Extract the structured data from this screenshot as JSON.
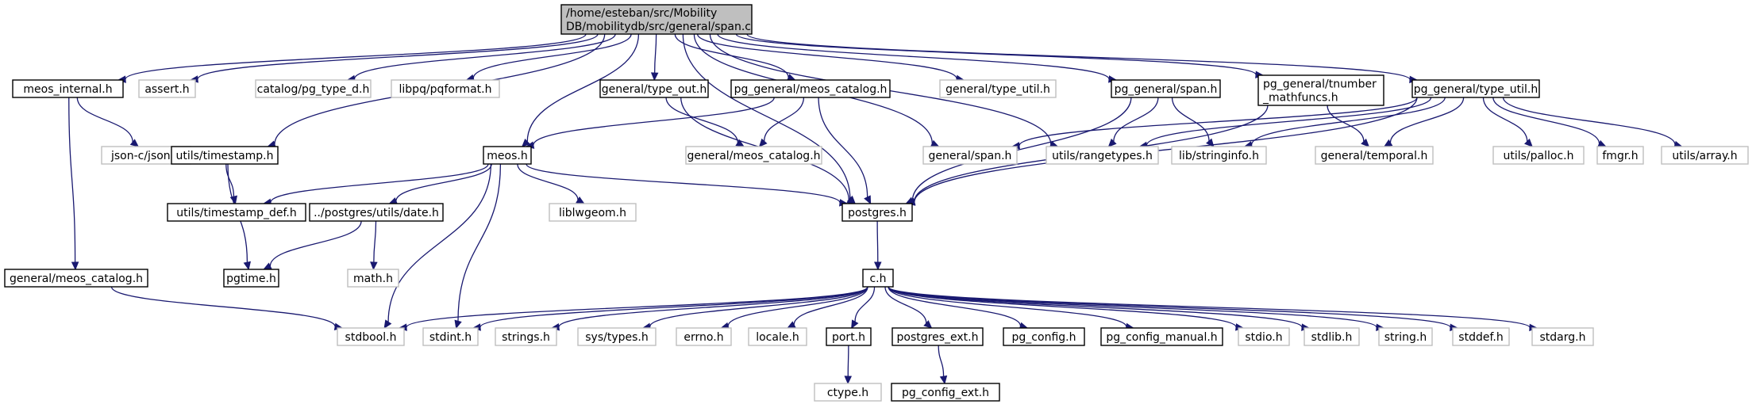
{
  "diagram": {
    "edge_color": "#191970",
    "documented_border": "#000000",
    "undocumented_border": "#bfbfbf",
    "root_fill": "#bfbfbf",
    "nodes": [
      {
        "id": "root",
        "lines": [
          "/home/esteban/src/Mobility",
          "DB/mobilitydb/src/general/span.c"
        ],
        "kind": "root"
      },
      {
        "id": "meos_internal",
        "lines": [
          "meos_internal.h"
        ],
        "kind": "documented"
      },
      {
        "id": "assert",
        "lines": [
          "assert.h"
        ],
        "kind": "undocumented"
      },
      {
        "id": "pg_type_d",
        "lines": [
          "catalog/pg_type_d.h"
        ],
        "kind": "undocumented"
      },
      {
        "id": "pqformat",
        "lines": [
          "libpq/pqformat.h"
        ],
        "kind": "undocumented"
      },
      {
        "id": "type_out",
        "lines": [
          "general/type_out.h"
        ],
        "kind": "documented"
      },
      {
        "id": "pg_meos_catalog",
        "lines": [
          "pg_general/meos_catalog.h"
        ],
        "kind": "documented"
      },
      {
        "id": "gen_type_util",
        "lines": [
          "general/type_util.h"
        ],
        "kind": "undocumented"
      },
      {
        "id": "pg_span",
        "lines": [
          "pg_general/span.h"
        ],
        "kind": "documented"
      },
      {
        "id": "tnumber",
        "lines": [
          "pg_general/tnumber",
          "_mathfuncs.h"
        ],
        "kind": "documented"
      },
      {
        "id": "pg_type_util",
        "lines": [
          "pg_general/type_util.h"
        ],
        "kind": "documented"
      },
      {
        "id": "json",
        "lines": [
          "json-c/json.h"
        ],
        "kind": "undocumented"
      },
      {
        "id": "timestamp",
        "lines": [
          "utils/timestamp.h"
        ],
        "kind": "documented"
      },
      {
        "id": "meos",
        "lines": [
          "meos.h"
        ],
        "kind": "documented"
      },
      {
        "id": "gen_meos_catalog_mid",
        "lines": [
          "general/meos_catalog.h"
        ],
        "kind": "undocumented"
      },
      {
        "id": "gen_span",
        "lines": [
          "general/span.h"
        ],
        "kind": "undocumented"
      },
      {
        "id": "rangetypes",
        "lines": [
          "utils/rangetypes.h"
        ],
        "kind": "undocumented"
      },
      {
        "id": "stringinfo",
        "lines": [
          "lib/stringinfo.h"
        ],
        "kind": "undocumented"
      },
      {
        "id": "temporal",
        "lines": [
          "general/temporal.h"
        ],
        "kind": "undocumented"
      },
      {
        "id": "palloc",
        "lines": [
          "utils/palloc.h"
        ],
        "kind": "undocumented"
      },
      {
        "id": "fmgr",
        "lines": [
          "fmgr.h"
        ],
        "kind": "undocumented"
      },
      {
        "id": "array",
        "lines": [
          "utils/array.h"
        ],
        "kind": "undocumented"
      },
      {
        "id": "timestamp_def",
        "lines": [
          "utils/timestamp_def.h"
        ],
        "kind": "documented"
      },
      {
        "id": "date",
        "lines": [
          "../postgres/utils/date.h"
        ],
        "kind": "documented"
      },
      {
        "id": "liblwgeom",
        "lines": [
          "liblwgeom.h"
        ],
        "kind": "undocumented"
      },
      {
        "id": "postgres",
        "lines": [
          "postgres.h"
        ],
        "kind": "documented"
      },
      {
        "id": "gen_meos_catalog_left",
        "lines": [
          "general/meos_catalog.h"
        ],
        "kind": "documented"
      },
      {
        "id": "pgtime",
        "lines": [
          "pgtime.h"
        ],
        "kind": "documented"
      },
      {
        "id": "math",
        "lines": [
          "math.h"
        ],
        "kind": "undocumented"
      },
      {
        "id": "c",
        "lines": [
          "c.h"
        ],
        "kind": "documented"
      },
      {
        "id": "stdbool",
        "lines": [
          "stdbool.h"
        ],
        "kind": "undocumented"
      },
      {
        "id": "stdint",
        "lines": [
          "stdint.h"
        ],
        "kind": "undocumented"
      },
      {
        "id": "strings",
        "lines": [
          "strings.h"
        ],
        "kind": "undocumented"
      },
      {
        "id": "systypes",
        "lines": [
          "sys/types.h"
        ],
        "kind": "undocumented"
      },
      {
        "id": "errno",
        "lines": [
          "errno.h"
        ],
        "kind": "undocumented"
      },
      {
        "id": "locale",
        "lines": [
          "locale.h"
        ],
        "kind": "undocumented"
      },
      {
        "id": "port",
        "lines": [
          "port.h"
        ],
        "kind": "documented"
      },
      {
        "id": "postgres_ext",
        "lines": [
          "postgres_ext.h"
        ],
        "kind": "documented"
      },
      {
        "id": "pg_config",
        "lines": [
          "pg_config.h"
        ],
        "kind": "documented"
      },
      {
        "id": "pg_config_manual",
        "lines": [
          "pg_config_manual.h"
        ],
        "kind": "documented"
      },
      {
        "id": "stdio",
        "lines": [
          "stdio.h"
        ],
        "kind": "undocumented"
      },
      {
        "id": "stdlib",
        "lines": [
          "stdlib.h"
        ],
        "kind": "undocumented"
      },
      {
        "id": "string",
        "lines": [
          "string.h"
        ],
        "kind": "undocumented"
      },
      {
        "id": "stddef",
        "lines": [
          "stddef.h"
        ],
        "kind": "undocumented"
      },
      {
        "id": "stdarg",
        "lines": [
          "stdarg.h"
        ],
        "kind": "undocumented"
      },
      {
        "id": "ctype",
        "lines": [
          "ctype.h"
        ],
        "kind": "undocumented"
      },
      {
        "id": "pg_config_ext",
        "lines": [
          "pg_config_ext.h"
        ],
        "kind": "documented"
      }
    ],
    "edges": [
      [
        "root",
        "meos_internal"
      ],
      [
        "root",
        "assert"
      ],
      [
        "root",
        "pg_type_d"
      ],
      [
        "root",
        "pqformat"
      ],
      [
        "root",
        "type_out"
      ],
      [
        "root",
        "pg_meos_catalog"
      ],
      [
        "root",
        "gen_type_util"
      ],
      [
        "root",
        "pg_span"
      ],
      [
        "root",
        "tnumber"
      ],
      [
        "root",
        "pg_type_util"
      ],
      [
        "root",
        "timestamp"
      ],
      [
        "root",
        "meos"
      ],
      [
        "root",
        "postgres"
      ],
      [
        "root",
        "gen_span"
      ],
      [
        "root",
        "rangetypes"
      ],
      [
        "meos_internal",
        "json"
      ],
      [
        "meos_internal",
        "gen_meos_catalog_left"
      ],
      [
        "timestamp",
        "timestamp_def"
      ],
      [
        "timestamp",
        "pgtime"
      ],
      [
        "type_out",
        "gen_meos_catalog_mid"
      ],
      [
        "type_out",
        "postgres"
      ],
      [
        "pg_meos_catalog",
        "meos"
      ],
      [
        "pg_meos_catalog",
        "gen_meos_catalog_mid"
      ],
      [
        "pg_meos_catalog",
        "postgres"
      ],
      [
        "pg_span",
        "postgres"
      ],
      [
        "pg_span",
        "rangetypes"
      ],
      [
        "pg_span",
        "stringinfo"
      ],
      [
        "tnumber",
        "temporal"
      ],
      [
        "tnumber",
        "postgres"
      ],
      [
        "pg_type_util",
        "gen_span"
      ],
      [
        "pg_type_util",
        "rangetypes"
      ],
      [
        "pg_type_util",
        "stringinfo"
      ],
      [
        "pg_type_util",
        "temporal"
      ],
      [
        "pg_type_util",
        "palloc"
      ],
      [
        "pg_type_util",
        "fmgr"
      ],
      [
        "pg_type_util",
        "array"
      ],
      [
        "pg_type_util",
        "postgres"
      ],
      [
        "meos",
        "timestamp_def"
      ],
      [
        "meos",
        "date"
      ],
      [
        "meos",
        "liblwgeom"
      ],
      [
        "meos",
        "postgres"
      ],
      [
        "meos",
        "stdbool"
      ],
      [
        "meos",
        "stdint"
      ],
      [
        "date",
        "pgtime"
      ],
      [
        "date",
        "math"
      ],
      [
        "gen_meos_catalog_left",
        "stdbool"
      ],
      [
        "postgres",
        "c"
      ],
      [
        "c",
        "stdbool"
      ],
      [
        "c",
        "stdint"
      ],
      [
        "c",
        "strings"
      ],
      [
        "c",
        "systypes"
      ],
      [
        "c",
        "errno"
      ],
      [
        "c",
        "locale"
      ],
      [
        "c",
        "port"
      ],
      [
        "c",
        "postgres_ext"
      ],
      [
        "c",
        "pg_config"
      ],
      [
        "c",
        "pg_config_manual"
      ],
      [
        "c",
        "stdio"
      ],
      [
        "c",
        "stdlib"
      ],
      [
        "c",
        "string"
      ],
      [
        "c",
        "stddef"
      ],
      [
        "c",
        "stdarg"
      ],
      [
        "port",
        "ctype"
      ],
      [
        "postgres_ext",
        "pg_config_ext"
      ]
    ]
  }
}
